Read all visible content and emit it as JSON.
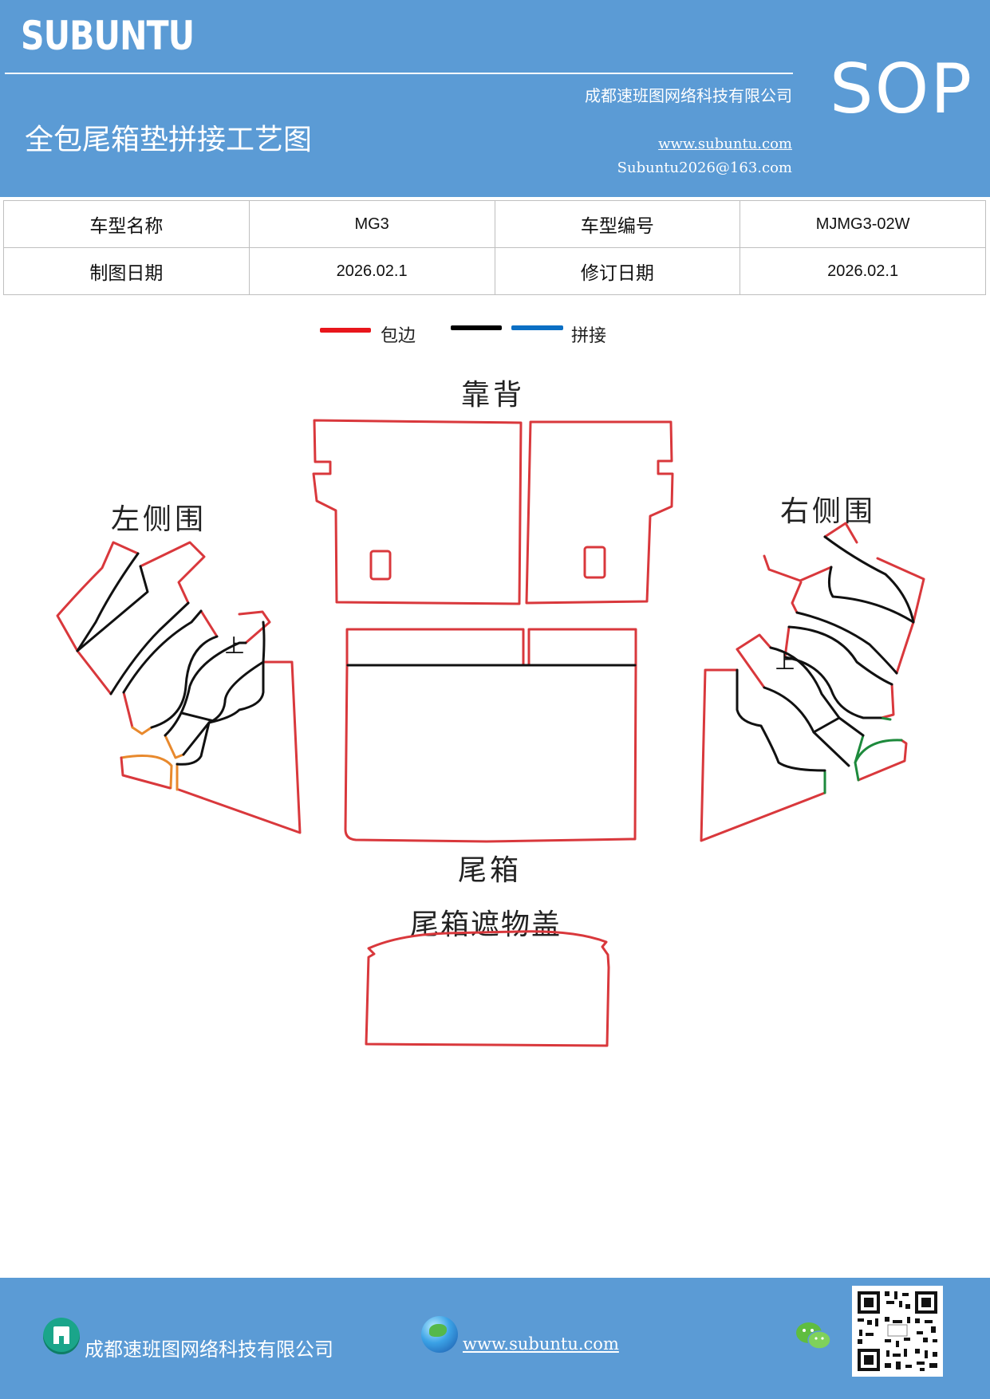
{
  "header": {
    "brand": "SUBUNTU",
    "company": "成都速班图网络科技有限公司",
    "title": "全包尾箱垫拼接工艺图",
    "website": "www.subuntu.com",
    "email": "Subuntu2026@163.com",
    "badge": "SOP",
    "colors": {
      "background": "#5b9bd5",
      "text": "#ffffff"
    }
  },
  "info_table": {
    "rows": [
      [
        {
          "text": "车型名称",
          "kind": "label"
        },
        {
          "text": "MG3",
          "kind": "value"
        },
        {
          "text": "车型编号",
          "kind": "label"
        },
        {
          "text": "MJMG3-02W",
          "kind": "value"
        }
      ],
      [
        {
          "text": "制图日期",
          "kind": "label"
        },
        {
          "text": "2026.02.1",
          "kind": "value"
        },
        {
          "text": "修订日期",
          "kind": "label"
        },
        {
          "text": "2026.02.1",
          "kind": "value"
        }
      ]
    ]
  },
  "legend": {
    "items": [
      {
        "label": "包边",
        "colors": [
          "#e8161b"
        ]
      },
      {
        "label": "拼接",
        "colors": [
          "#000000",
          "#0b6fc4"
        ]
      }
    ]
  },
  "diagram": {
    "sections": {
      "backrest": "靠背",
      "left_side": "左侧围",
      "right_side": "右侧围",
      "trunk": "尾箱",
      "cover": "尾箱遮物盖"
    },
    "direction_mark": "上",
    "colors": {
      "edge": "#d9383c",
      "seam": "#111111",
      "orange": "#e8892d",
      "green": "#1d8a3c"
    }
  },
  "footer": {
    "company": "成都速班图网络科技有限公司",
    "website": "www.subuntu.com ",
    "icons": [
      "building-icon",
      "globe-icon",
      "wechat-icon",
      "qr-code"
    ]
  }
}
